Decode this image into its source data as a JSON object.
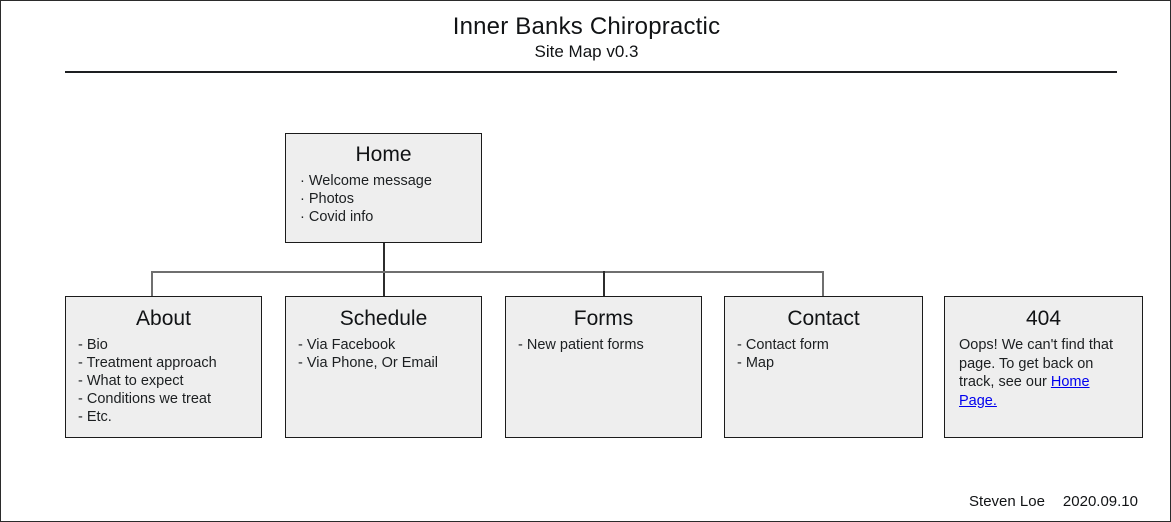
{
  "header": {
    "title": "Inner Banks Chiropractic",
    "subtitle": "Site Map v0.3"
  },
  "nodes": {
    "home": {
      "title": "Home",
      "bullet": "·",
      "items": [
        "Welcome message",
        "Photos",
        "Covid info"
      ]
    },
    "about": {
      "title": "About",
      "bullet": "-",
      "items": [
        "Bio",
        "Treatment approach",
        "What to expect",
        "Conditions we treat",
        "Etc."
      ]
    },
    "schedule": {
      "title": "Schedule",
      "bullet": "-",
      "items": [
        "Via Facebook",
        "Via Phone, Or Email"
      ]
    },
    "forms": {
      "title": "Forms",
      "bullet": "-",
      "items": [
        "New patient forms"
      ]
    },
    "contact": {
      "title": "Contact",
      "bullet": "-",
      "items": [
        "Contact form",
        "Map"
      ]
    },
    "error404": {
      "title": "404",
      "body_before_link": "Oops! We can't find that page. To get back on track, see our ",
      "link_text": "Home Page.",
      "body_after_link": ""
    }
  },
  "footer": {
    "author": "Steven Loe",
    "date": "2020.09.10"
  },
  "colors": {
    "node_fill": "#eeeeee",
    "node_border": "#1b1b1b",
    "connector": "#6f6f6f",
    "text": "#111315",
    "page_border": "#2b2b2b"
  }
}
